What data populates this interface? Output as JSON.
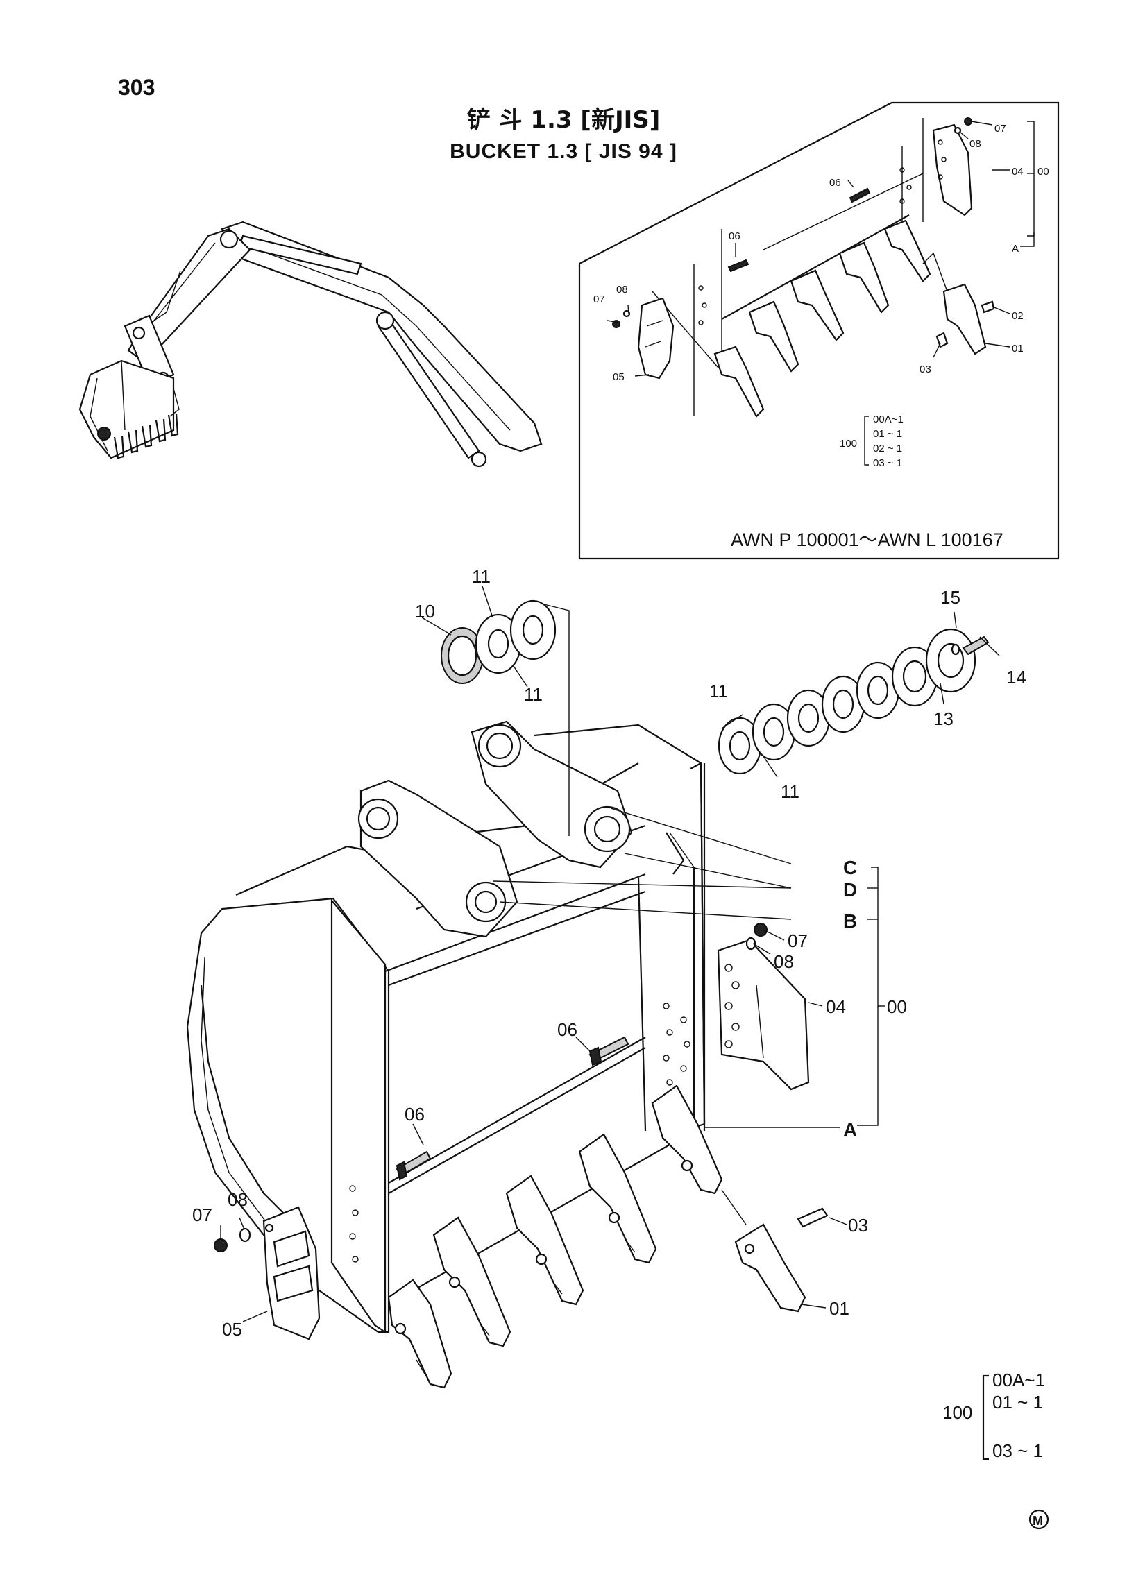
{
  "page": {
    "number": "303",
    "title_cn": "铲 斗 1.3 [新JIS]",
    "title_en": "BUCKET  1.3 [ JIS 94 ]"
  },
  "inset": {
    "serial_range": "AWN P 100001～AWN L 100167",
    "callouts": [
      "07",
      "08",
      "04",
      "00",
      "06",
      "06",
      "A",
      "07",
      "08",
      "05",
      "02",
      "01",
      "03"
    ],
    "qty_group": {
      "root": "100",
      "items": [
        "00A~1",
        "01 ~ 1",
        "02 ~ 1",
        "03 ~ 1"
      ]
    }
  },
  "main": {
    "callouts": {
      "c10": "10",
      "c11a": "11",
      "c11b": "11",
      "c11c": "11",
      "c11d": "11",
      "c13": "13",
      "c14": "14",
      "c15": "15",
      "cC": "C",
      "cD": "D",
      "cB": "B",
      "cA": "A",
      "c00": "00",
      "c07a": "07",
      "c08a": "08",
      "c04": "04",
      "c06a": "06",
      "c06b": "06",
      "c07b": "07",
      "c08b": "08",
      "c05": "05",
      "c03": "03",
      "c01": "01"
    },
    "qty_group": {
      "root": "100",
      "items": [
        "00A~1",
        "01 ~ 1",
        "03 ~ 1"
      ]
    }
  },
  "footer": {
    "mark": "M"
  }
}
